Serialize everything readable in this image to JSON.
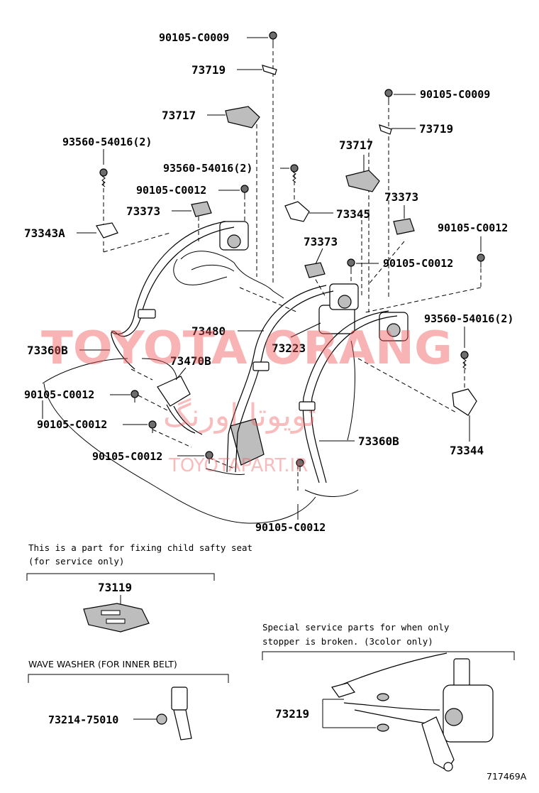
{
  "labels": {
    "l1": "90105-C0009",
    "l2": "73719",
    "l3": "90105-C0009",
    "l4": "73717",
    "l5": "73719",
    "l6": "93560-54016(2)",
    "l7": "73717",
    "l8": "93560-54016(2)",
    "l9": "90105-C0012",
    "l10": "73373",
    "l11": "73373",
    "l12": "73345",
    "l13": "73343A",
    "l14": "90105-C0012",
    "l15": "73373",
    "l16": "90105-C0012",
    "l17": "73480",
    "l18": "93560-54016(2)",
    "l19": "73223",
    "l20": "73360B",
    "l21": "73470B",
    "l22": "90105-C0012",
    "l23": "90105-C0012",
    "l24": "73360B",
    "l25": "73344",
    "l26": "90105-C0012",
    "l27": "90105-C0012",
    "l28": "73119",
    "l29": "73214-75010",
    "l30": "73219"
  },
  "notes": {
    "child_seat_line1": "This is a part for fixing child safty seat",
    "child_seat_line2": "(for service only)",
    "wave_washer": "WAVE WASHER (FOR INNER BELT)",
    "special_line1": "Special service parts for when only",
    "special_line2": "stopper is broken. (3color only)"
  },
  "watermark": {
    "main": "TOYOTA ORANG",
    "persian": "تویوتا اورنگ",
    "site": "TOYOTAPART.IR"
  },
  "figure_id": "717469A",
  "colors": {
    "watermark": "#f05a5a",
    "line": "#000000"
  }
}
